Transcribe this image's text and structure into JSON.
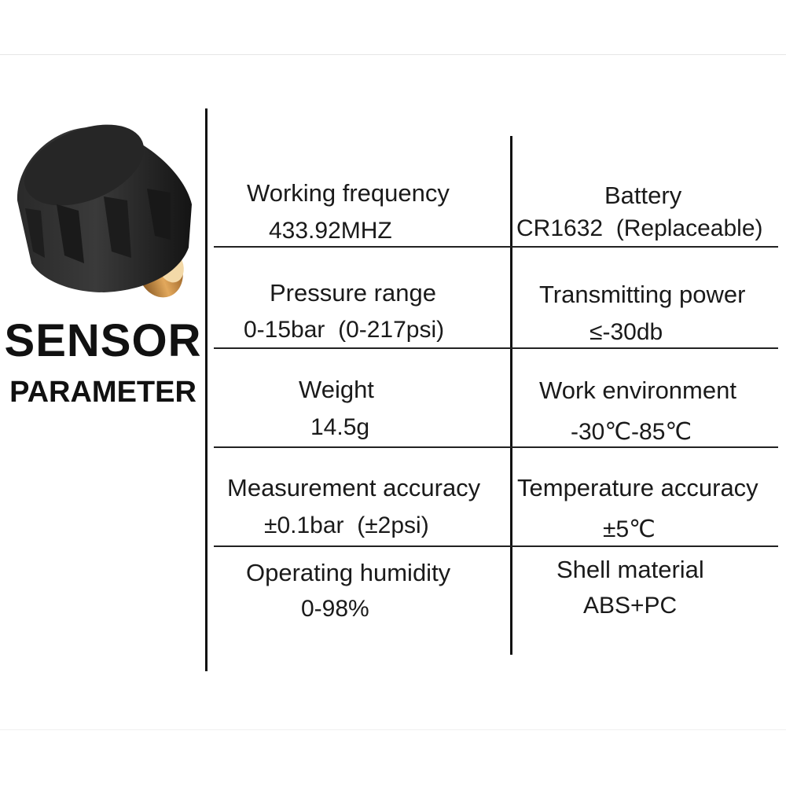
{
  "title": {
    "line1": "SENSOR",
    "line2": "PARAMETER"
  },
  "params": [
    {
      "label": "Working frequency",
      "value": "433.92MHZ"
    },
    {
      "label": "Battery",
      "value": "CR1632  (Replaceable)"
    },
    {
      "label": "Pressure range",
      "value": "0-15bar  (0-217psi)"
    },
    {
      "label": "Transmitting power",
      "value": "≤-30db"
    },
    {
      "label": "Weight",
      "value": "14.5g"
    },
    {
      "label": "Work environment",
      "value": "-30℃-85℃"
    },
    {
      "label": "Measurement accuracy",
      "value": "±0.1bar  (±2psi)"
    },
    {
      "label": "Temperature accuracy",
      "value": "±5℃"
    },
    {
      "label": "Operating humidity",
      "value": "0-98%"
    },
    {
      "label": "Shell material",
      "value": "ABS+PC"
    }
  ],
  "colors": {
    "text": "#111111",
    "rule": "#222222",
    "cap": "#1f1f1f",
    "brass": "#c98a3a"
  }
}
